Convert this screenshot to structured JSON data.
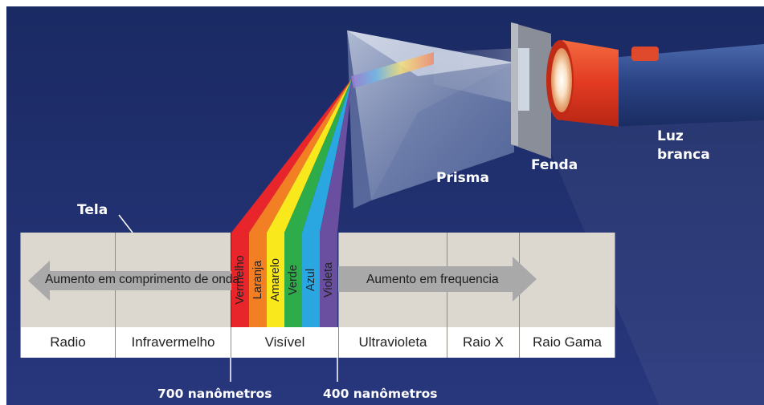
{
  "labels": {
    "screen": "Tela",
    "prism": "Prisma",
    "slit": "Fenda",
    "white_light_1": "Luz",
    "white_light_2": "branca"
  },
  "spectrum_bands": [
    {
      "label": "Vermelho",
      "color": "#e8252a"
    },
    {
      "label": "Laranja",
      "color": "#f37f24"
    },
    {
      "label": "Amarelo",
      "color": "#f8e81c"
    },
    {
      "label": "Verde",
      "color": "#2eac4a"
    },
    {
      "label": "Azul",
      "color": "#2aa7e0"
    },
    {
      "label": "Violeta",
      "color": "#6a4ea0"
    }
  ],
  "arrows": {
    "left": "Aumento em comprimento de onda",
    "right": "Aumento em frequencia"
  },
  "regions": [
    "Radio",
    "Infravermelho",
    "Visível",
    "Ultravioleta",
    "Raio X",
    "Raio Gama"
  ],
  "wavelength_markers": {
    "red_end": "700 nanômetros",
    "violet_end": "400 nanômetros"
  },
  "colors": {
    "background_top": "#1b2b66",
    "background_bottom": "#26347a",
    "flashlight_head": "#e8422a",
    "flashlight_body": "#2f4a8c"
  }
}
